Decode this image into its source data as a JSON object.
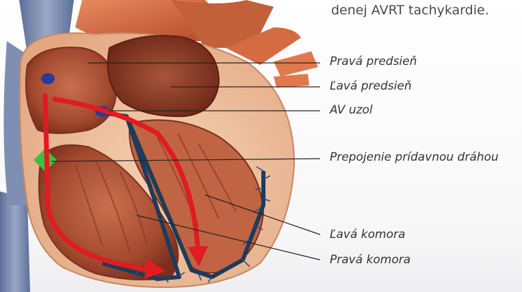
{
  "caption": "denej AVRT tachykardie.",
  "labels": {
    "right_atrium": "Pravá predsieň",
    "left_atrium": "Ľavá predsieň",
    "av_node": "AV uzol",
    "accessory_pathway": "Prepojenie prídavnou dráhou",
    "left_ventricle": "Ľavá komora",
    "right_ventricle": "Pravá komora"
  },
  "colors": {
    "conduction_arrow": "#e01b22",
    "conduction_system": "#1d3b5a",
    "sa_node": "#2a3a9a",
    "accessory_pathway_marker": "#3fbf3f",
    "myocardium": "#b2553a",
    "vessel": "#6a7ea6"
  }
}
